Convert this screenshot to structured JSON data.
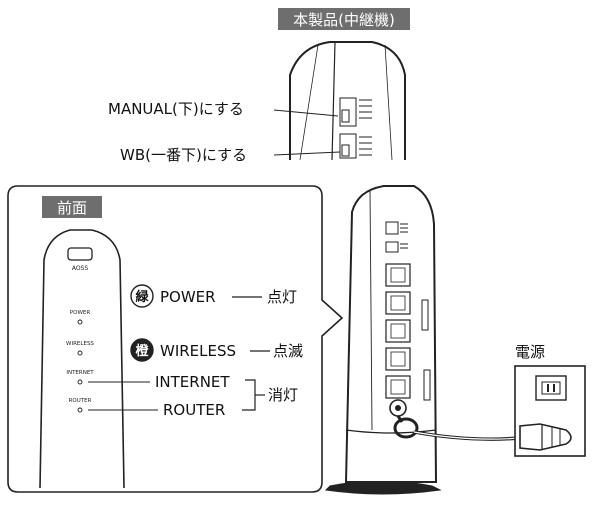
{
  "top_detail": {
    "title": "本製品(中継機)",
    "manual_label": "MANUAL(下)にする",
    "wb_label": "WB(一番下)にする"
  },
  "front_panel": {
    "title": "前面",
    "aoss_label": "AOSS",
    "led_labels": [
      "POWER",
      "WIRELESS",
      "INTERNET",
      "ROUTER"
    ]
  },
  "legend": {
    "power": {
      "color_char": "緑",
      "name": "POWER",
      "state": "点灯"
    },
    "wireless": {
      "color_char": "橙",
      "name": "WIRELESS",
      "state": "点滅"
    },
    "internet": {
      "name": "INTERNET"
    },
    "router": {
      "name": "ROUTER"
    },
    "off_state": "消灯"
  },
  "power_outlet": {
    "title": "電源"
  },
  "colors": {
    "title_bg": "#6e6e6e",
    "line": "#222222",
    "device_fill": "#ffffff"
  }
}
